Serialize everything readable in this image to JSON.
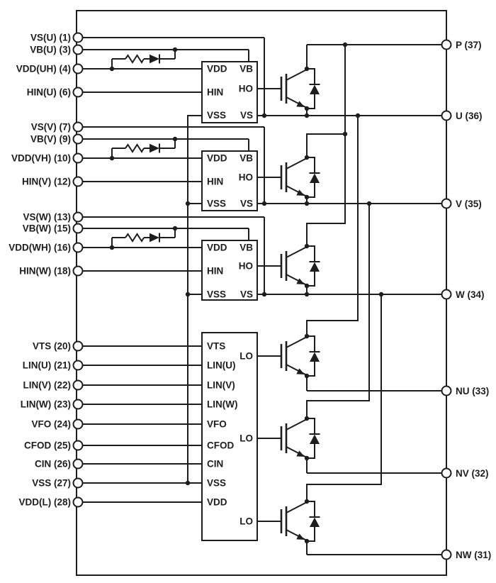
{
  "diagram": {
    "kind": "circuit-schematic",
    "description": "Three-phase inverter power module internal block diagram with three high-side gate drivers, one low-side driver block and six IGBTs with freewheeling diodes",
    "line_color": "#1d1d1d",
    "background": "#ffffff"
  },
  "pins": {
    "left": [
      {
        "label": "VS(U) (1)"
      },
      {
        "label": "VB(U) (3)"
      },
      {
        "label": "VDD(UH) (4)"
      },
      {
        "label": "HIN(U) (6)"
      },
      {
        "label": "VS(V) (7)"
      },
      {
        "label": "VB(V) (9)"
      },
      {
        "label": "VDD(VH) (10)"
      },
      {
        "label": "HIN(V) (12)"
      },
      {
        "label": "VS(W) (13)"
      },
      {
        "label": "VB(W) (15)"
      },
      {
        "label": "VDD(WH) (16)"
      },
      {
        "label": "HIN(W) (18)"
      },
      {
        "label": "VTS (20)"
      },
      {
        "label": "LIN(U) (21)"
      },
      {
        "label": "LIN(V) (22)"
      },
      {
        "label": "LIN(W) (23)"
      },
      {
        "label": "VFO (24)"
      },
      {
        "label": "CFOD (25)"
      },
      {
        "label": "CIN (26)"
      },
      {
        "label": "VSS (27)"
      },
      {
        "label": "VDD(L) (28)"
      }
    ],
    "right": [
      {
        "label": "P (37)"
      },
      {
        "label": "U (36)"
      },
      {
        "label": "V (35)"
      },
      {
        "label": "W (34)"
      },
      {
        "label": "NU (33)"
      },
      {
        "label": "NV (32)"
      },
      {
        "label": "NW (31)"
      }
    ]
  },
  "driver_blocks": {
    "high": [
      {
        "vdd": "VDD",
        "hin": "HIN",
        "vss": "VSS",
        "vb": "VB",
        "ho": "HO",
        "vs": "VS"
      },
      {
        "vdd": "VDD",
        "hin": "HIN",
        "vss": "VSS",
        "vb": "VB",
        "ho": "HO",
        "vs": "VS"
      },
      {
        "vdd": "VDD",
        "hin": "HIN",
        "vss": "VSS",
        "vb": "VB",
        "ho": "HO",
        "vs": "VS"
      }
    ],
    "low": {
      "inputs": [
        "VTS",
        "LIN(U)",
        "LIN(V)",
        "LIN(W)",
        "VFO",
        "CFOD",
        "CIN",
        "VSS",
        "VDD"
      ],
      "outputs": [
        "LO",
        "LO",
        "LO"
      ]
    }
  }
}
